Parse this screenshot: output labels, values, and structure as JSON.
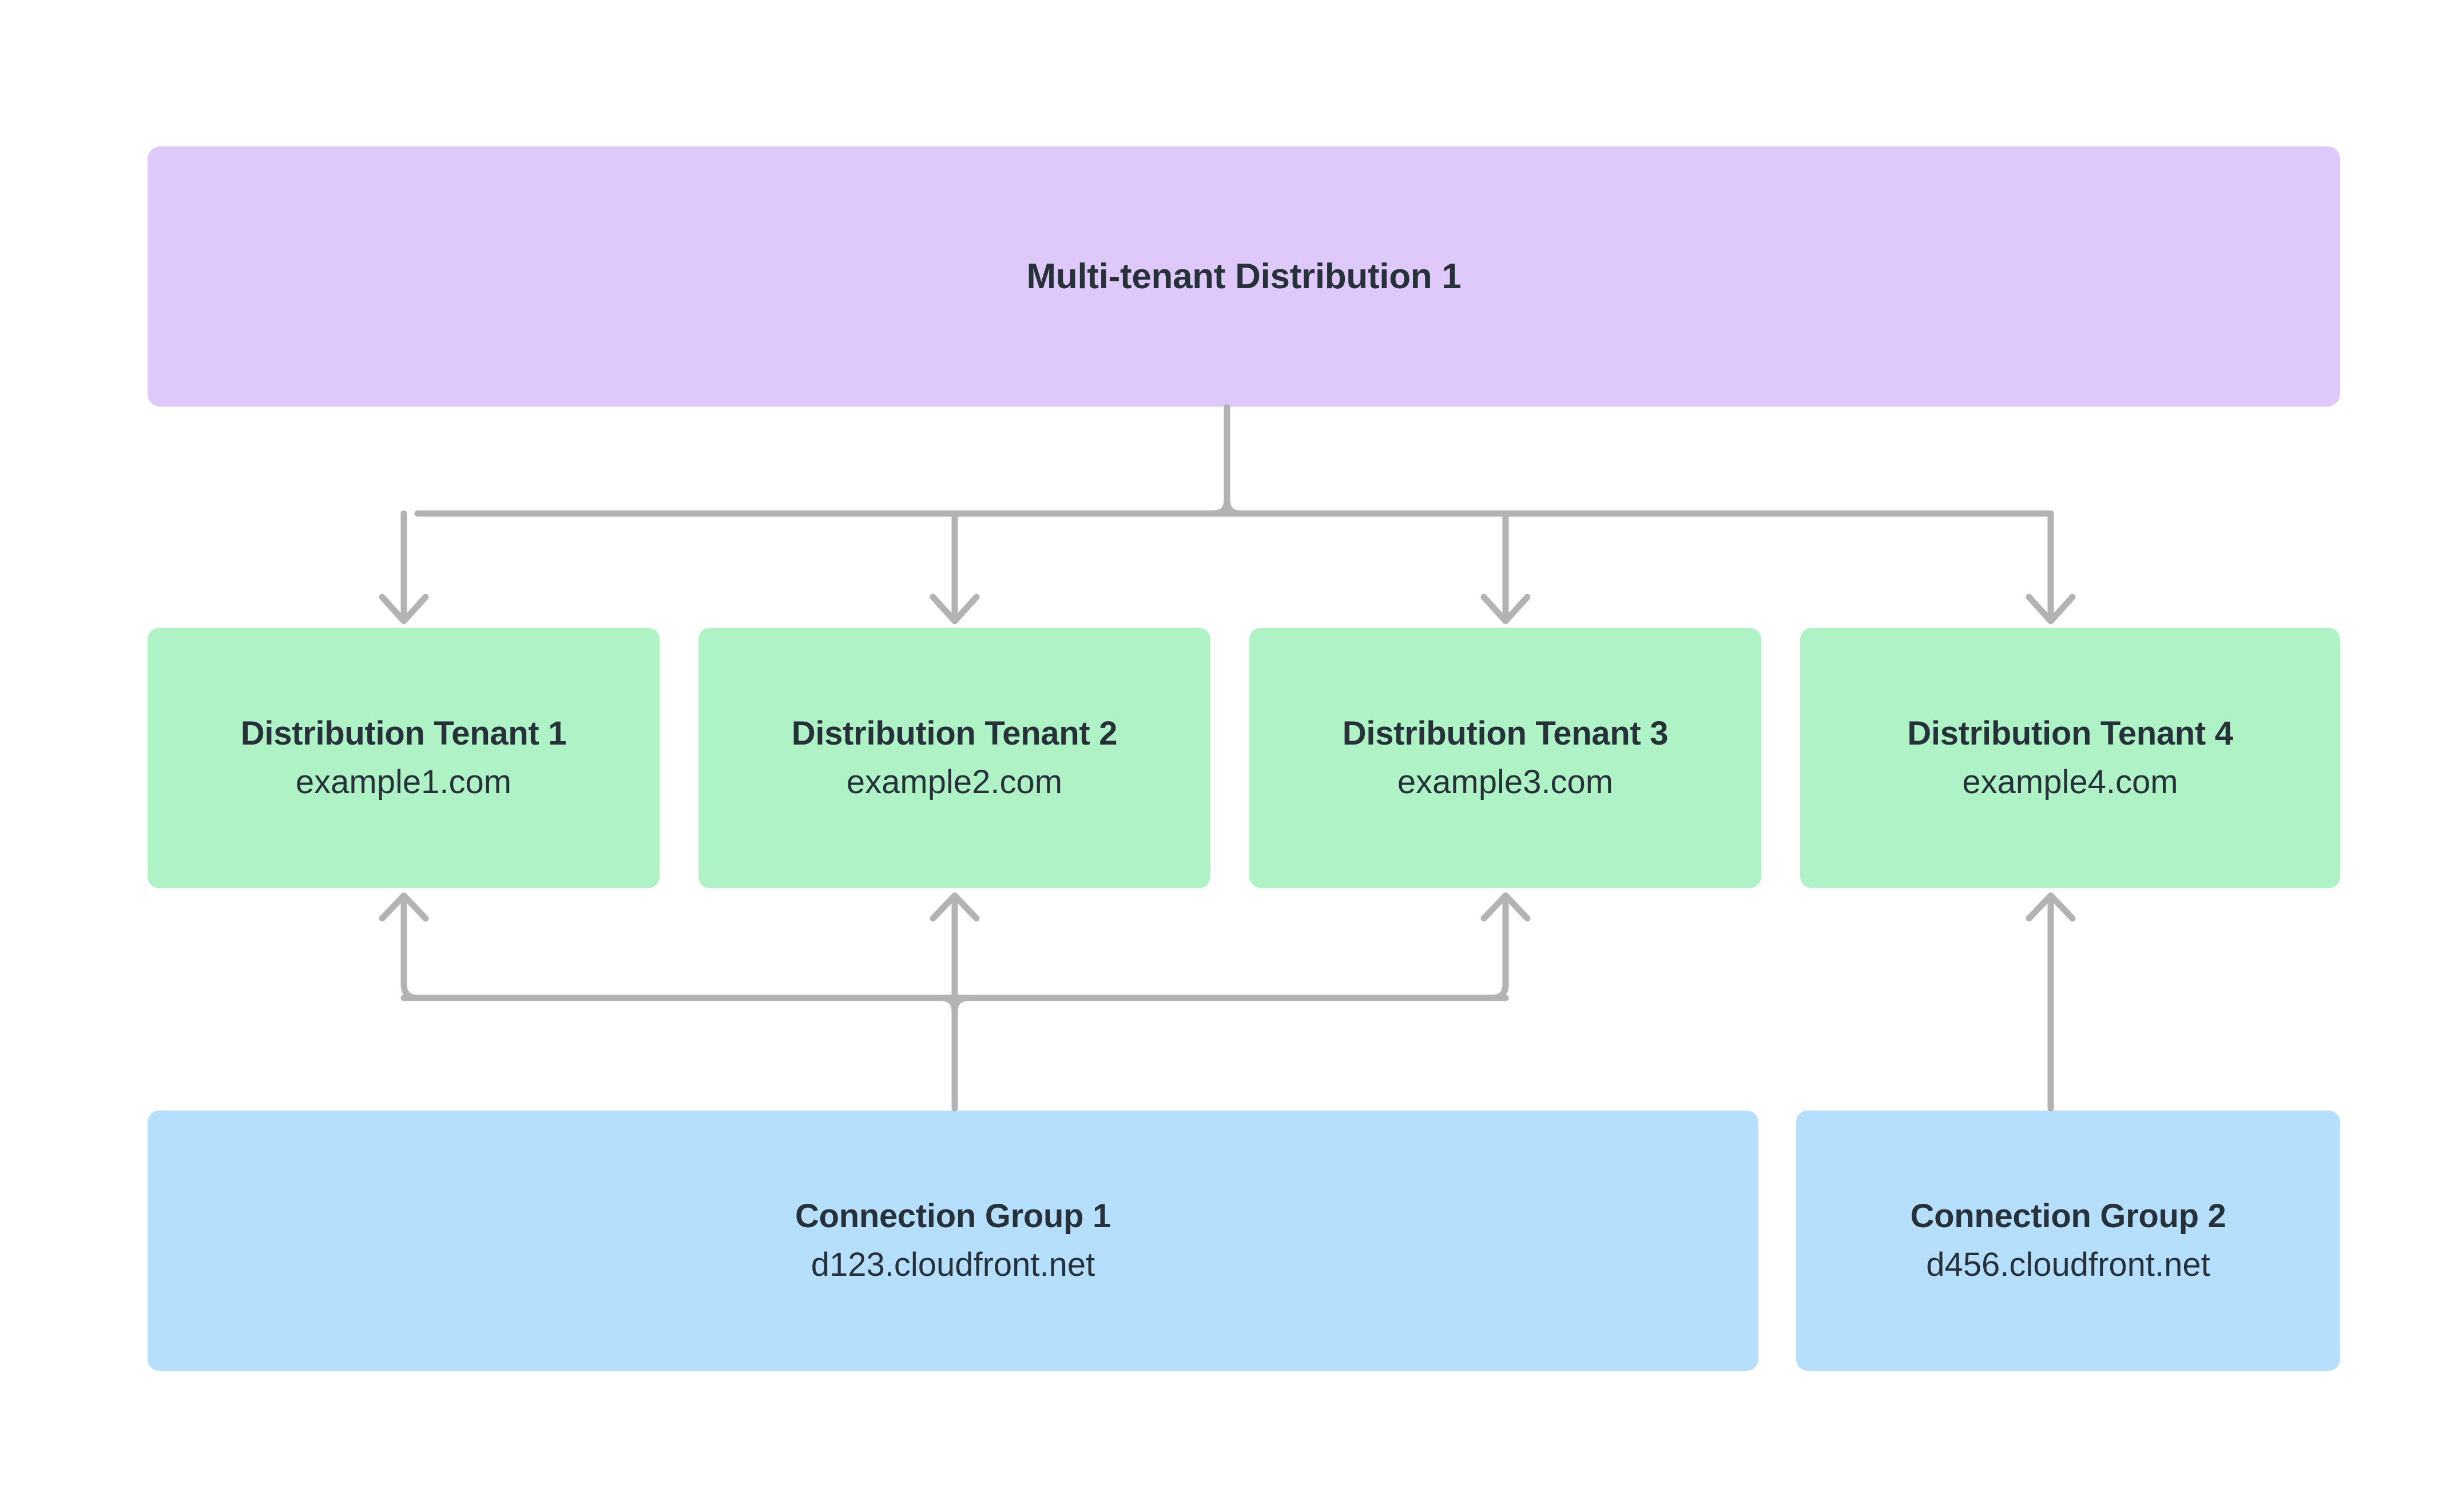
{
  "diagram": {
    "type": "hierarchy-flow",
    "background_color": "#ffffff",
    "edge_color": "#b3b3b3",
    "text_color": "#27313a"
  },
  "root": {
    "label": "Multi-tenant Distribution 1",
    "color": "#dfc9fb"
  },
  "tenants": [
    {
      "title": "Distribution Tenant 1",
      "domain": "example1.com",
      "color": "#aef2c6"
    },
    {
      "title": "Distribution Tenant 2",
      "domain": "example2.com",
      "color": "#aef2c6"
    },
    {
      "title": "Distribution Tenant 3",
      "domain": "example3.com",
      "color": "#aef2c6"
    },
    {
      "title": "Distribution Tenant 4",
      "domain": "example4.com",
      "color": "#aef2c6"
    }
  ],
  "connection_groups": [
    {
      "title": "Connection Group 1",
      "domain": "d123.cloudfront.net",
      "color": "#b6dffd"
    },
    {
      "title": "Connection Group 2",
      "domain": "d456.cloudfront.net",
      "color": "#b6dffd"
    }
  ],
  "edges": [
    {
      "from": "Multi-tenant Distribution 1",
      "to": "Distribution Tenant 1",
      "direction": "down"
    },
    {
      "from": "Multi-tenant Distribution 1",
      "to": "Distribution Tenant 2",
      "direction": "down"
    },
    {
      "from": "Multi-tenant Distribution 1",
      "to": "Distribution Tenant 3",
      "direction": "down"
    },
    {
      "from": "Multi-tenant Distribution 1",
      "to": "Distribution Tenant 4",
      "direction": "down"
    },
    {
      "from": "Connection Group 1",
      "to": "Distribution Tenant 1",
      "direction": "up"
    },
    {
      "from": "Connection Group 1",
      "to": "Distribution Tenant 2",
      "direction": "up"
    },
    {
      "from": "Connection Group 1",
      "to": "Distribution Tenant 3",
      "direction": "up"
    },
    {
      "from": "Connection Group 2",
      "to": "Distribution Tenant 4",
      "direction": "up"
    }
  ]
}
